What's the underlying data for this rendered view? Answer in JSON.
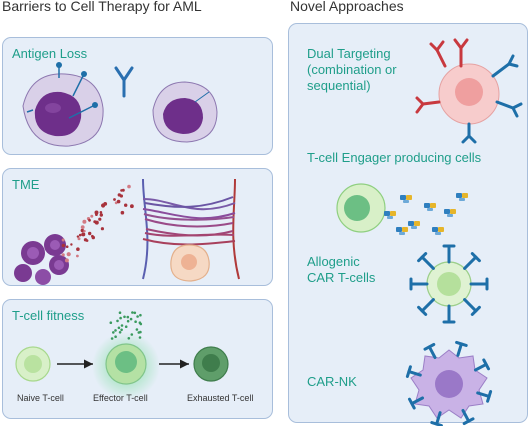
{
  "left": {
    "title": "Barriers to Cell Therapy for AML",
    "panels": [
      {
        "title": "Antigen Loss"
      },
      {
        "title": "TME"
      },
      {
        "title": "T-cell fitness"
      }
    ],
    "tcell_states": [
      "Naive T-cell",
      "Effector T-cell",
      "Exhausted T-cell"
    ]
  },
  "right": {
    "title": "Novel Approaches",
    "items": [
      {
        "lines": [
          "Dual Targeting",
          "(combination or",
          "sequential)"
        ]
      },
      {
        "lines": [
          "T-cell Engager producing cells"
        ]
      },
      {
        "lines": [
          "Allogenic",
          "CAR T-cells"
        ]
      },
      {
        "lines": [
          "CAR-NK"
        ]
      }
    ]
  },
  "colors": {
    "panel_bg": "#e6eef8",
    "panel_border": "#a8bedb",
    "title_text": "#1f9e8a",
    "leukemic_cell": "#7a3a92",
    "car_receptor": "#1e6fa8",
    "dual_target_red": "#c8393f"
  }
}
